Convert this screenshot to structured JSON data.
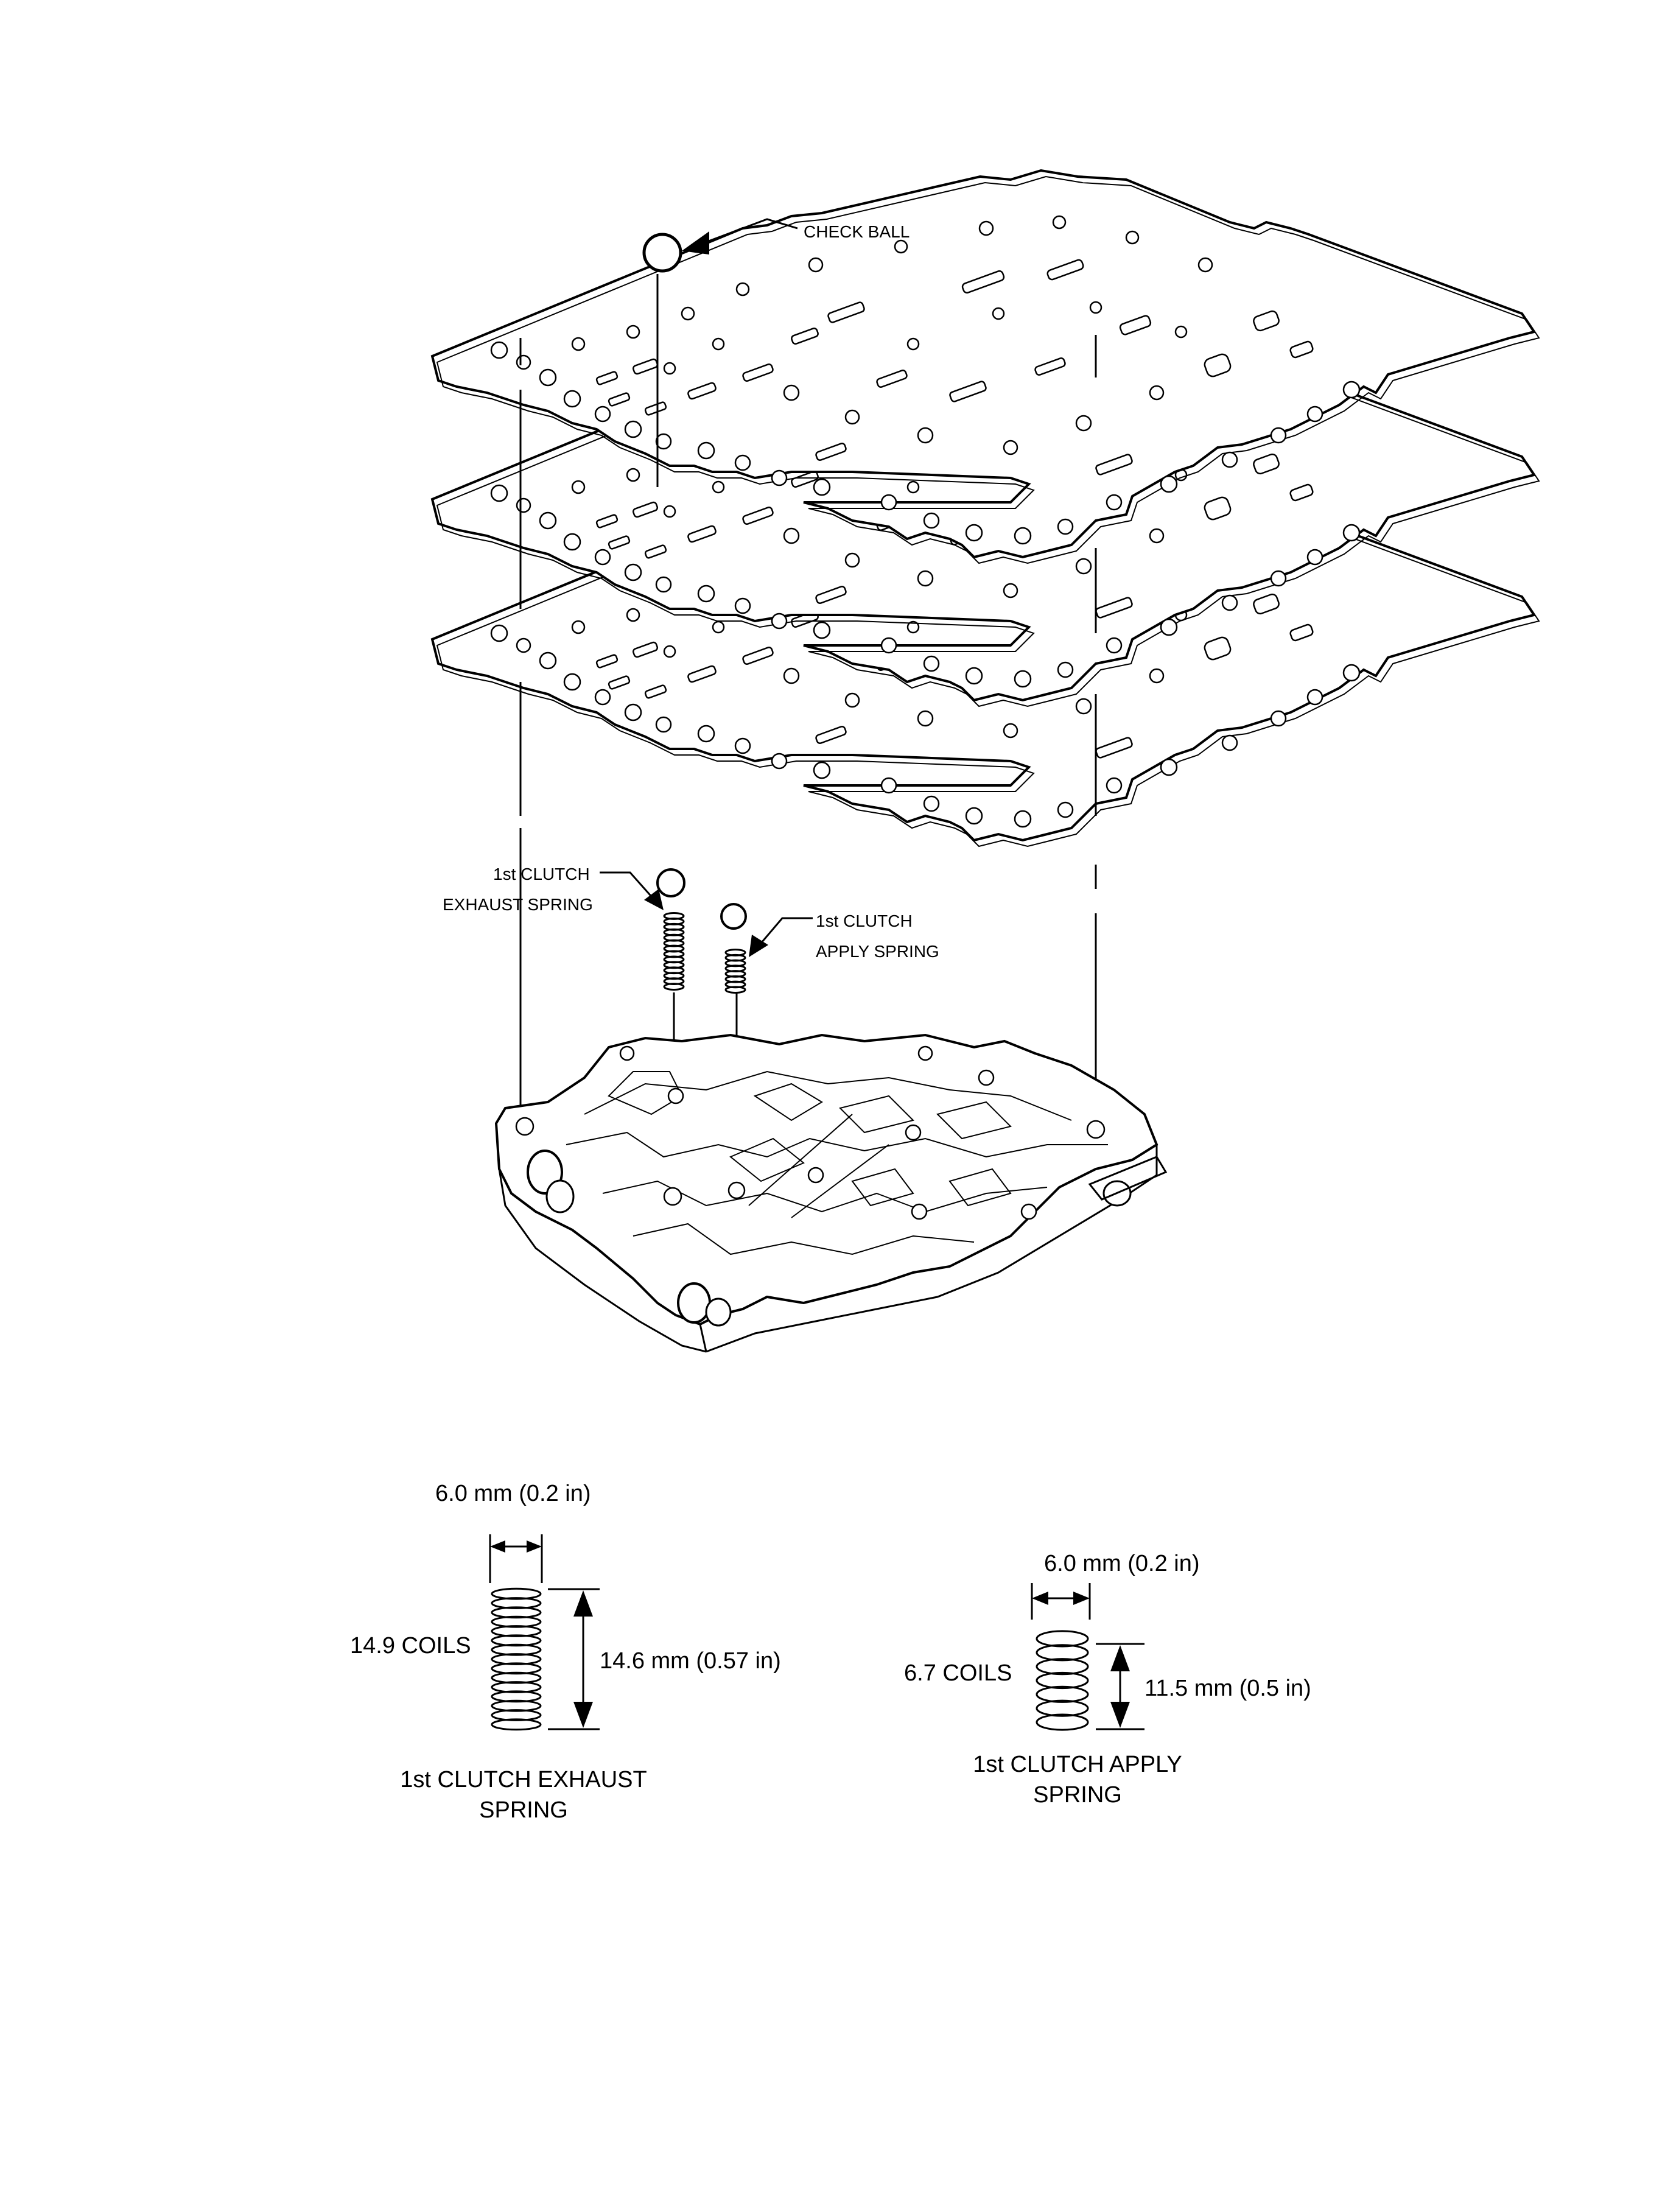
{
  "labels": {
    "check_ball": "CHECK BALL",
    "exhaust_callout_line1": "1st CLUTCH",
    "exhaust_callout_line2": "EXHAUST SPRING",
    "apply_callout_line1": "1st CLUTCH",
    "apply_callout_line2": "APPLY SPRING"
  },
  "exhaust_spring_spec": {
    "diameter": "6.0 mm  (0.2 in)",
    "coils": "14.9 COILS",
    "length": "14.6 mm  (0.57 in)",
    "name_line1": "1st CLUTCH EXHAUST",
    "name_line2": "SPRING"
  },
  "apply_spring_spec": {
    "diameter": "6.0 mm  (0.2 in)",
    "coils": "6.7 COILS",
    "length": "11.5 mm  (0.5 in)",
    "name_line1": "1st CLUTCH APPLY",
    "name_line2": "SPRING"
  }
}
